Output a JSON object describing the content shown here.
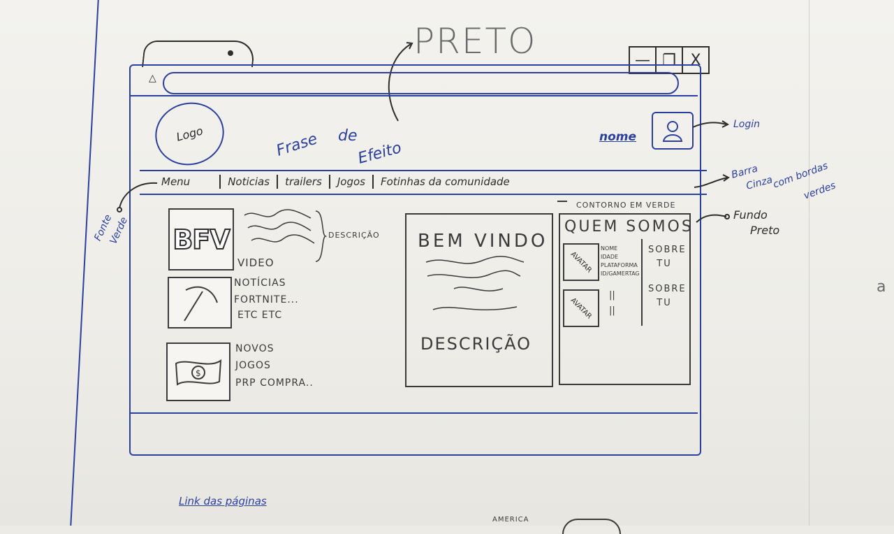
{
  "sketch": {
    "title_note": "PRETO",
    "logo_label": "Logo",
    "slogan": [
      "Frase",
      "de",
      "Efeito"
    ],
    "user_name": "nome",
    "login_note": "Login",
    "window_controls": [
      "—",
      "❐",
      "X"
    ],
    "menu": [
      "Menu",
      "Noticias",
      "trailers",
      "Jogos",
      "Fotinhas da comunidade"
    ],
    "nav_note": [
      "Barra",
      "Cinza",
      "com bordas",
      "verdes"
    ],
    "font_note": [
      "Fonte",
      "Verde"
    ],
    "contour_note": "CONTORNO EM VERDE",
    "background_note": [
      "Fundo",
      "Preto"
    ],
    "items": [
      {
        "thumb": "BFV",
        "lines": [
          "VIDEO"
        ],
        "desc": "DESCRIÇÃO"
      },
      {
        "thumb": "pickaxe-icon",
        "lines": [
          "NOTÍCIAS",
          "FORTNITE...",
          "ETC ETC"
        ]
      },
      {
        "thumb": "money-icon",
        "lines": [
          "NOVOS",
          "JOGOS",
          "PRP COMPRA.."
        ]
      }
    ],
    "welcome": {
      "title": "BEM VINDO",
      "desc": "DESCRIÇÃO"
    },
    "about": {
      "title": "QUEM SOMOS",
      "members": [
        {
          "avatar": "AVATAR",
          "info": [
            "NOME",
            "IDADE",
            "PLATAFORMA",
            "ID/GAMERTAG"
          ],
          "about": "SOBRE TU"
        },
        {
          "avatar": "AVATAR",
          "info": [
            "||",
            "||"
          ],
          "about": "SOBRE TU"
        }
      ]
    },
    "footer_link": "Link das páginas",
    "bottom_text": "AMERICA",
    "edge_letter": "a"
  }
}
